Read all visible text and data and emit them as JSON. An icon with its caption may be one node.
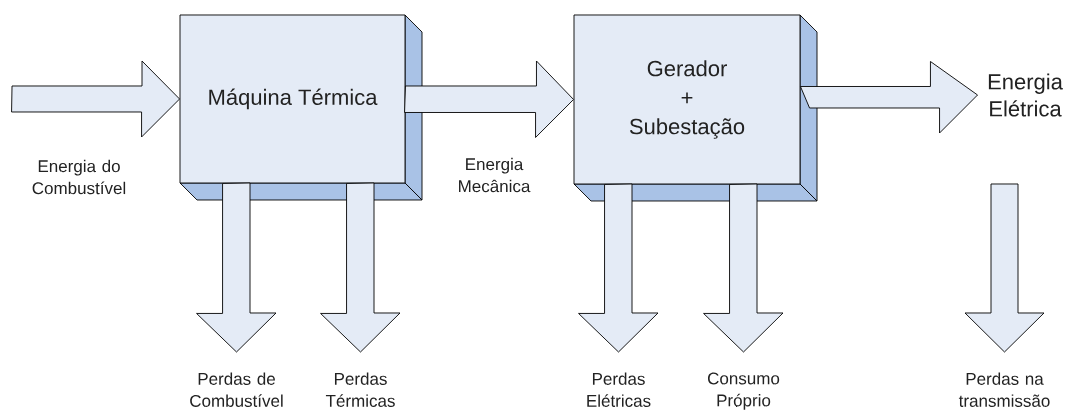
{
  "diagram": {
    "nodes": [
      {
        "text": [
          "Máquina Térmica"
        ]
      },
      {
        "text": [
          "Gerador",
          "+",
          "Subestação"
        ]
      },
      {
        "text": [
          "Energia Elétrica"
        ]
      },
      {
        "text": [
          "Perdas de Combustível"
        ]
      },
      {
        "text": [
          "Perdas Térmicas"
        ]
      },
      {
        "text": [
          "Perdas Elétricas"
        ]
      },
      {
        "text": [
          "Consumo Próprio"
        ]
      },
      {
        "text": [
          "Perdas na transmissão"
        ]
      }
    ],
    "edges": [
      {
        "from": null,
        "to": 0,
        "arrow": "to",
        "label": "Energia do Combustível"
      },
      {
        "from": 0,
        "to": 1,
        "arrow": "to",
        "label": "Energia Mecânica"
      },
      {
        "from": 1,
        "to": 2,
        "arrow": "to"
      },
      {
        "from": 0,
        "to": 3,
        "arrow": "to"
      },
      {
        "from": 0,
        "to": 4,
        "arrow": "to"
      },
      {
        "from": 1,
        "to": 5,
        "arrow": "to"
      },
      {
        "from": 1,
        "to": 6,
        "arrow": "to"
      },
      {
        "from": null,
        "to": 7,
        "arrow": "to"
      }
    ]
  }
}
